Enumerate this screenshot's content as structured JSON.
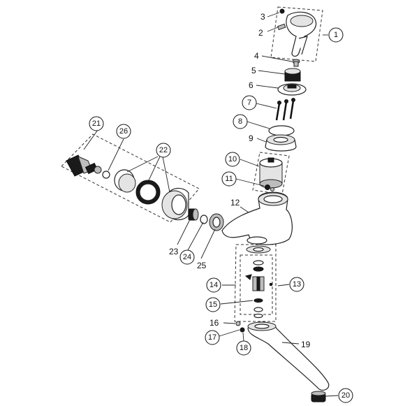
{
  "callouts": [
    {
      "id": "1",
      "circled": true
    },
    {
      "id": "2",
      "circled": false
    },
    {
      "id": "3",
      "circled": false
    },
    {
      "id": "4",
      "circled": false
    },
    {
      "id": "5",
      "circled": false
    },
    {
      "id": "6",
      "circled": false
    },
    {
      "id": "7",
      "circled": true
    },
    {
      "id": "8",
      "circled": true
    },
    {
      "id": "9",
      "circled": false
    },
    {
      "id": "10",
      "circled": true
    },
    {
      "id": "11",
      "circled": true
    },
    {
      "id": "12",
      "circled": false
    },
    {
      "id": "13",
      "circled": true
    },
    {
      "id": "14",
      "circled": true
    },
    {
      "id": "15",
      "circled": true
    },
    {
      "id": "16",
      "circled": false
    },
    {
      "id": "17",
      "circled": true
    },
    {
      "id": "18",
      "circled": true
    },
    {
      "id": "19",
      "circled": false
    },
    {
      "id": "20",
      "circled": true
    },
    {
      "id": "21",
      "circled": true
    },
    {
      "id": "22",
      "circled": true
    },
    {
      "id": "23",
      "circled": false
    },
    {
      "id": "24",
      "circled": true
    },
    {
      "id": "25",
      "circled": false
    },
    {
      "id": "26",
      "circled": true
    }
  ]
}
